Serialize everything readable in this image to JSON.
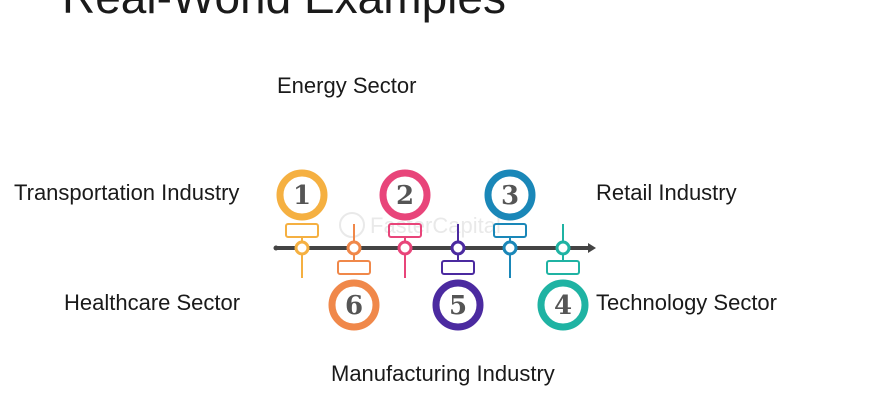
{
  "title": "Real-World Examples",
  "labels": {
    "energy": "Energy Sector",
    "transportation": "Transportation Industry",
    "retail": "Retail Industry",
    "healthcare": "Healthcare Sector",
    "technology": "Technology Sector",
    "manufacturing": "Manufacturing Industry"
  },
  "steps": [
    {
      "number": "1",
      "color": "#f5b041"
    },
    {
      "number": "2",
      "color": "#e8457a"
    },
    {
      "number": "3",
      "color": "#1a87b8"
    },
    {
      "number": "4",
      "color": "#1fb3a3"
    },
    {
      "number": "5",
      "color": "#4b2aa0"
    },
    {
      "number": "6",
      "color": "#f0884a"
    }
  ],
  "timeline_color": "#444444",
  "watermark": "FasterCapital"
}
